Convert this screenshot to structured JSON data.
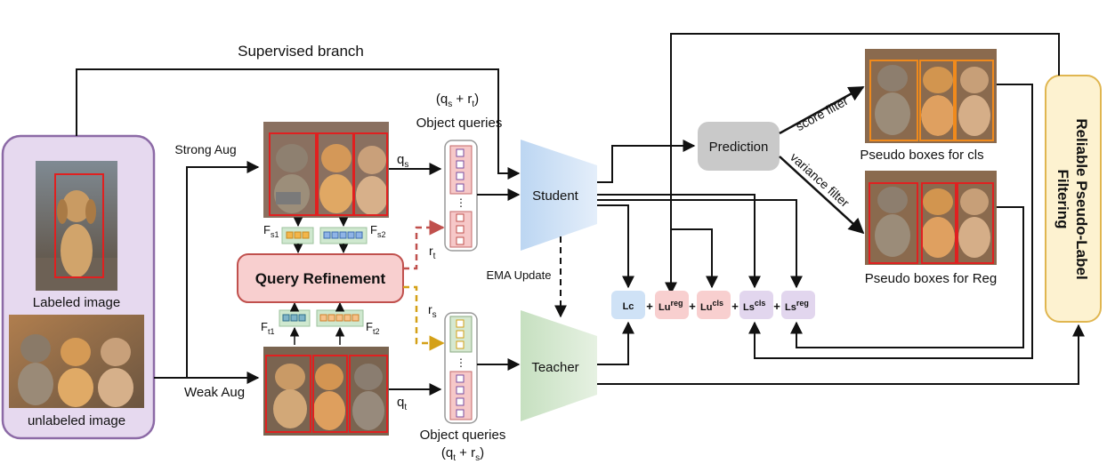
{
  "labels": {
    "supervised_branch": "Supervised branch",
    "strong_aug": "Strong Aug",
    "weak_aug": "Weak Aug",
    "labeled_image": "Labeled image",
    "unlabeled_image": "unlabeled image",
    "object_queries_top": "Object queries",
    "object_queries_bottom": "Object queries",
    "query_refinement": "Query Refinement",
    "student": "Student",
    "teacher": "Teacher",
    "ema_update": "EMA Update",
    "prediction": "Prediction",
    "score_filter": "score filter",
    "variance_filter": "variance filter",
    "pseudo_cls": "Pseudo boxes for cls",
    "pseudo_reg": "Pseudo boxes for Reg",
    "reliable_filter_line1": "Reliable Pseudo-Label",
    "reliable_filter_line2": "Filtering"
  },
  "symbols": {
    "q_s": "q",
    "q_s_sub": "s",
    "q_t": "q",
    "q_t_sub": "t",
    "r_t": "r",
    "r_t_sub": "t",
    "r_s": "r",
    "r_s_sub": "s",
    "F_s1": "F",
    "F_s1_sub": "s1",
    "F_s2": "F",
    "F_s2_sub": "s2",
    "F_t1": "F",
    "F_t1_sub": "t1",
    "F_t2": "F",
    "F_t2_sub": "t2",
    "qs_rt_open": "(q",
    "qs_rt_s": "s",
    "qs_rt_mid": " + r",
    "qs_rt_t": "t",
    "qs_rt_close": ")",
    "qt_rs_open": "(q",
    "qt_rs_t": "t",
    "qt_rs_mid": " + r",
    "qt_rs_s": "s",
    "qt_rs_close": ")"
  },
  "losses": {
    "lc": "Lc",
    "lu_reg": "Lu",
    "lu_reg_sup": "reg",
    "lu_cls": "Lu",
    "lu_cls_sup": "cls",
    "ls_cls": "Ls",
    "ls_cls_sup": "cls",
    "ls_reg": "Ls",
    "ls_reg_sup": "reg",
    "plus": "+"
  },
  "colors": {
    "purple_panel": "#e6d9ef",
    "purple_border": "#8c6aa6",
    "refine_fill": "#f8cfcf",
    "refine_border": "#c0504d",
    "student_fill": "#cfe2f6",
    "teacher_fill": "#d3e8cf",
    "filter_fill": "#fdf2d0",
    "filter_border": "#e0b650",
    "prediction_fill": "#c9c9c9",
    "red_dash": "#c0504d",
    "gold_dash": "#d4a017"
  }
}
